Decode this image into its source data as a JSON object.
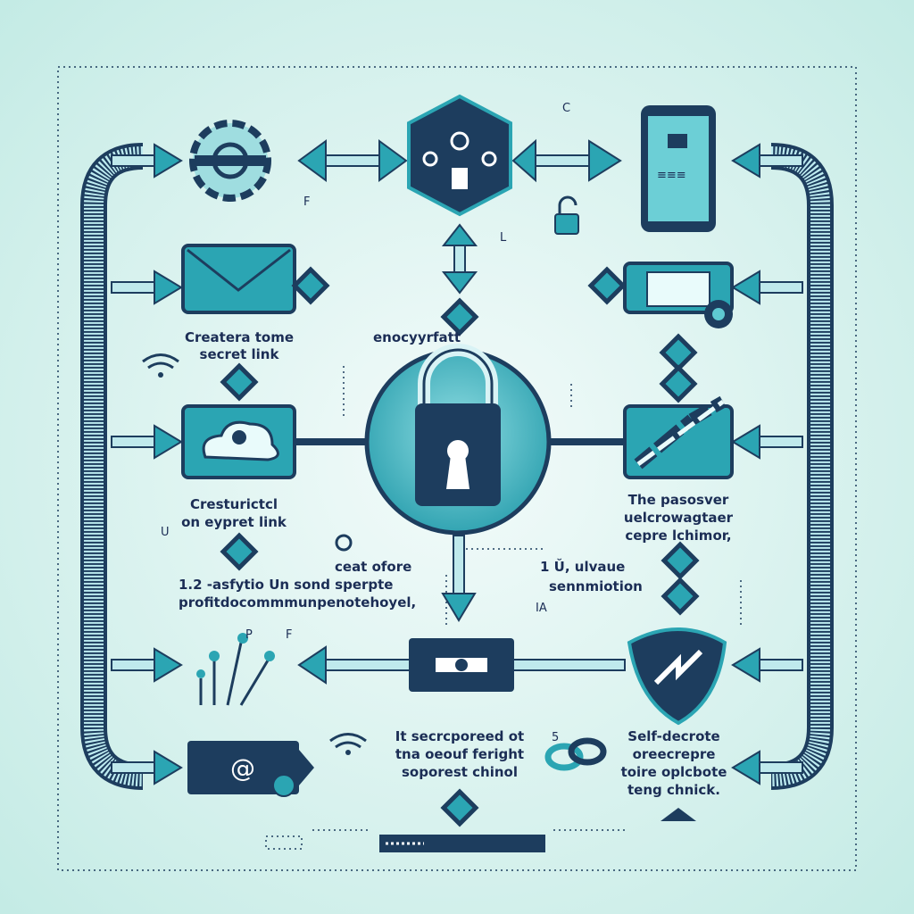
{
  "colors": {
    "background": "#d3f0ec",
    "navy": "#1d3d5e",
    "teal": "#2ba5b3",
    "light_teal": "#5ec9d1"
  },
  "labels": {
    "create_link": [
      "Createra tome",
      "secret link"
    ],
    "encrypt": "enocyyrfatt",
    "restricted": [
      "Cresturictcl",
      "on  eypret link"
    ],
    "cost": "ceat ofore",
    "steps": [
      "1.2 -asfytio Un  sond sperpte",
      "profitdocommmunpenotehoyel,"
    ],
    "passenger": [
      "The pasosver",
      "uelcrowagtaer",
      "cepre lchimor,"
    ],
    "unique": [
      "1 Ŭ, ulvaue",
      "sennmiotion"
    ],
    "separated": [
      "It secrcporeed ot",
      "tna oeouf feright",
      "soporest chinol"
    ],
    "self_destruct": [
      "Self-decrote",
      "oreecrepre",
      "toire oplcbote",
      "teng chnick."
    ],
    "letters": [
      "C",
      "F",
      "L",
      "U",
      "P",
      "F",
      "5",
      "IA"
    ]
  },
  "icons": [
    "gear-icon",
    "key-hexagon-icon",
    "phone-lock-icon",
    "envelope-icon",
    "envelope-card-icon",
    "padlock-icon",
    "cloud-lock-icon",
    "chain-link-icon",
    "shield-icon",
    "at-sign-icon",
    "wifi-icon",
    "unlock-icon",
    "link-icon",
    "circuit-icon"
  ]
}
